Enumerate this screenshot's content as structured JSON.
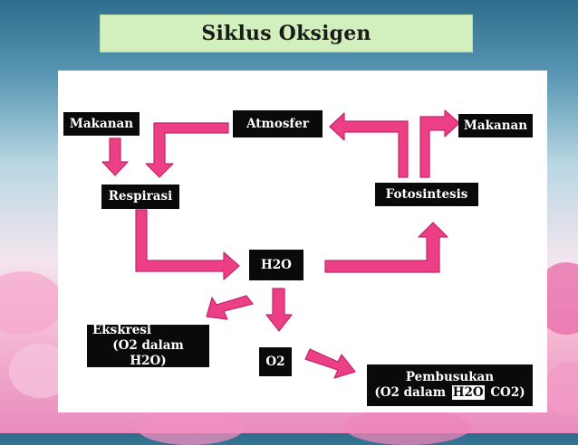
{
  "title": "Siklus Oksigen",
  "nodes": {
    "makanan_left": "Makanan",
    "atmosfer": "Atmosfer",
    "makanan_right": "Makanan",
    "respirasi": "Respirasi",
    "fotosintesis": "Fotosintesis",
    "h2o": "H2O",
    "ekskresi_line1": "Ekskresi",
    "ekskresi_line2": "(O2 dalam H2O)",
    "o2": "O2",
    "pembusukan_line1": "Pembusukan",
    "pembusukan_line2": "(O2 dalam",
    "pembusukan_h2o": "H2O",
    "pembusukan_co2": "CO2)"
  },
  "colors": {
    "arrow": "#ec3f86",
    "arrow_stroke": "#c22769",
    "node_bg": "#0a0a0a",
    "title_bg": "#d2f0bd"
  }
}
